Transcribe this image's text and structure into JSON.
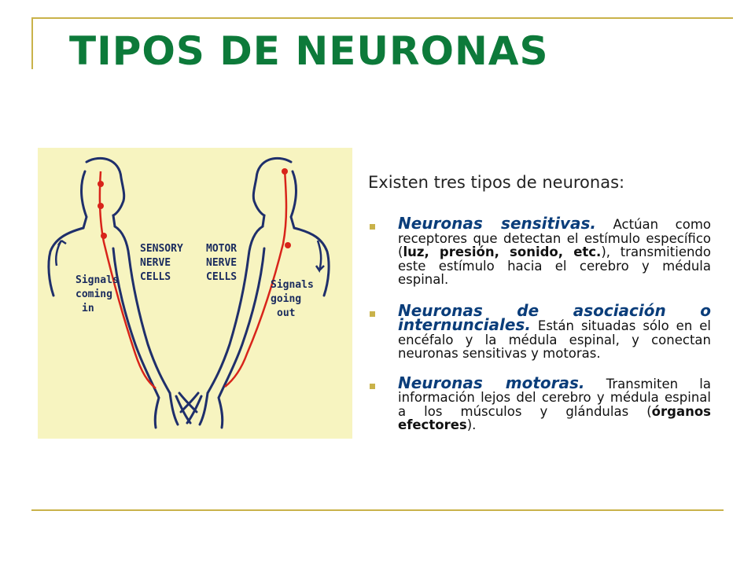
{
  "title": "TIPOS DE NEURONAS",
  "intro": "Existen tres tipos de neuronas:",
  "illustration": {
    "label_sensory_1": "SENSORY",
    "label_sensory_2": "NERVE",
    "label_sensory_3": "CELLS",
    "label_motor_1": "MOTOR",
    "label_motor_2": "NERVE",
    "label_motor_3": "CELLS",
    "signals_in_1": "Signals",
    "signals_in_2": "coming",
    "signals_in_3": "in",
    "signals_out_1": "Signals",
    "signals_out_2": "going",
    "signals_out_3": "out"
  },
  "bullets": [
    {
      "lead": "Neuronas sensitivas.",
      "t1": " Actúan como receptores que detectan el estímulo específico (",
      "b1": "luz, presión, sonido, etc.",
      "t2": "), transmitiendo este estímulo hacia el cerebro y médula espinal."
    },
    {
      "lead": "Neuronas de asociación o internunciales.",
      "t1": "  Están situadas sólo en el encéfalo y la médula espinal, y conectan neuronas sensitivas y motoras."
    },
    {
      "lead": "Neuronas motoras.",
      "t1": " Transmiten la información lejos del cerebro y médula espinal a los músculos y glándulas (",
      "b1": "órganos efectores",
      "t2": ")."
    }
  ]
}
